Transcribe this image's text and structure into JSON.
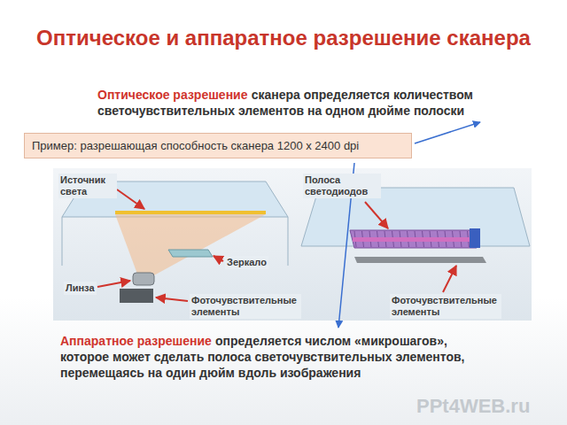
{
  "diagram": {
    "title": "Оптическое и аппаратное разрешение сканера",
    "nodes": [
      {
        "text": [
          "Пример: разрешающая способность сканера 1200 x 2400 dpi"
        ]
      }
    ],
    "labels": [
      "Оптическое разрешение",
      "сканера определяется количеством светочувствительных элементов на одном дюйме полоски",
      "Источник света",
      "Зеркало",
      "Линза",
      "Фоточувствительные элементы",
      "Полоса светодиодов",
      "Фоточувствительные элементы",
      "Аппаратное разрешение",
      "определяется числом «микрошагов», которое может сделать полоса светочувствительных элементов, перемещаясь на один дюйм вдоль изображения",
      "PPt4WEB.ru"
    ]
  }
}
